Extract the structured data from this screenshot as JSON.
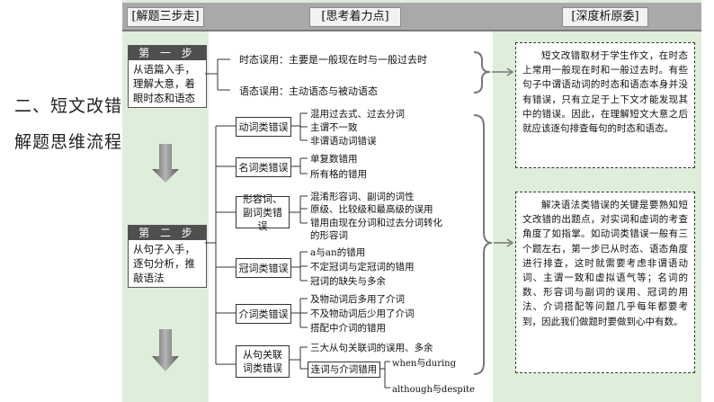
{
  "header": {
    "col1": "[解题三步走]",
    "col2": "[思考着力点]",
    "col3": "[深度析原委]"
  },
  "left_title": {
    "line1": "二、短文改错",
    "line2": "解题思维流程"
  },
  "steps": [
    {
      "head": "第 一 步",
      "body": "从语篇入手，理解大意，着眼时态和语态"
    },
    {
      "head": "第 二 步",
      "body": "从句子入手，逐句分析，推敲语法"
    }
  ],
  "main_points": [
    "时态误用：主要是一般现在时与一般过去时",
    "语态误用：主动语态与被动语态"
  ],
  "categories": [
    {
      "label": "动词类错误",
      "items": [
        "混用过去式、过去分词",
        "主谓不一致",
        "非谓语动词错误"
      ]
    },
    {
      "label": "名词类错误",
      "items": [
        "单复数错用",
        "所有格的错用"
      ]
    },
    {
      "label": "形容词、副词类错误",
      "items": [
        "混淆形容词、副词的词性",
        "原级、比较级和最高级的误用",
        "错用由现在分词和过去分词转化",
        "的形容词"
      ]
    },
    {
      "label": "冠词类错误",
      "items": [
        "a与an的错用",
        "不定冠词与定冠词的错用",
        "冠词的缺失与多余"
      ]
    },
    {
      "label": "介词类错误",
      "items": [
        "及物动词后多用了介词",
        "不及物动词后少用了介词",
        "搭配中介词的错用"
      ]
    },
    {
      "label": "从句关联词类错误",
      "items": [
        "三大从句关联词的误用、多余"
      ]
    }
  ],
  "conj": {
    "label": "连词与介词错用",
    "pair1": "when与during",
    "pair2": "although与despite"
  },
  "causes": [
    "短文改错取材于学生作文，在时态上常用一般现在时和一般过去时。有些句子中谓语动词的时态和语态本身并没有错误，只有立足于上下文才能发现其中的错误。因此，在理解短文大意之后就应该逐句排查每句的时态和语态。",
    "解决语法类错误的关键是要熟知短文改错的出题点，对实词和虚词的考查角度了如指掌。如动词类错误一般有三个题左右，第一步已从时态、语态角度进行排查，这时就需要考虑非谓语动词、主谓一致和虚拟语气等；名词的数、形容词与副词的误用、冠词的用法、介词搭配等问题几乎每年都要考到，因此我们做题时要做到心中有数。"
  ],
  "colors": {
    "panel_bg": "#dfeeda",
    "header_bar": "#a9a9a9",
    "step_head": "#4f4f4f",
    "arrow": "#777777"
  }
}
